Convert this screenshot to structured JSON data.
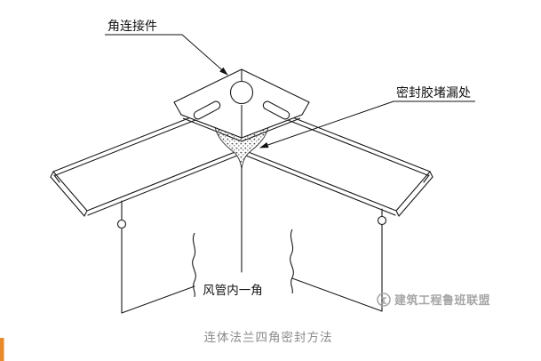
{
  "diagram": {
    "caption": "连体法兰四角密封方法",
    "labels": {
      "corner_connector": "角连接件",
      "sealant_spot": "密封胶堵漏处",
      "duct_inner_corner": "风管内一角"
    },
    "watermark": {
      "text": "建筑工程鲁班联盟"
    }
  },
  "colors": {
    "line": "#1a1a1a",
    "caption_text": "#8a8a8a",
    "watermark_text": "#a6a6a6",
    "accent_bar": "#e8892b"
  }
}
